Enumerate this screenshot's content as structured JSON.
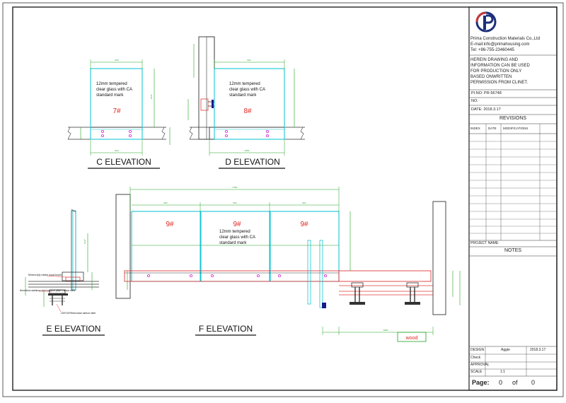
{
  "company": {
    "name": "Prima Construction Materials Co.,Ltd",
    "email": "E-mail:info@primahousing.com",
    "tel": "Tel: +86-755-23460445"
  },
  "notice": [
    "HEREIN DRAWING AND",
    "INFORMATION CAN BE USED",
    "FOR PRODUCTION ONLY",
    "BASED ONWRITTEN",
    "PERMISSION FROM CLINET."
  ],
  "pi_no": "PI.NO: PR-56748",
  "no_label": "NO:",
  "date_label": "DATE: 2018.3.17",
  "revisions": {
    "title": "REVISIONS",
    "headers": [
      "INDEX",
      "DATE",
      "MODIFICATIONS"
    ]
  },
  "project_name": "PROJECT NAME:",
  "notes": "NOTES",
  "signoff": {
    "design_label": "DESIGN",
    "design_by": "Aggie",
    "design_date": "2018.3.17",
    "check_label": "Check",
    "approval_label": "APPROVAL",
    "scale_label": "SCALE",
    "scale_value": "1:1"
  },
  "page": {
    "label": "Page:",
    "current": "0",
    "of": "of",
    "total": "0"
  },
  "views": {
    "c": {
      "title": "C  ELEVATION",
      "note": [
        "12mm tempered",
        "clear glass with CA",
        "standard mark"
      ],
      "panel": "7#"
    },
    "d": {
      "title": "D  ELEVATION",
      "note": [
        "12mm tempered",
        "clear glass with CA",
        "standard mark"
      ],
      "panel": "8#"
    },
    "e": {
      "title": "E  ELEVATION",
      "callouts": [
        "50mm×4(d) rubber wood board",
        "8mm thick stainless steel support plate Carbon steel",
        "100*100*8mm base carbon steel"
      ]
    },
    "f": {
      "title": "F  ELEVATION",
      "note": [
        "12mm tempered",
        "clear glass with CA",
        "standard mark"
      ],
      "panels": [
        "9#",
        "9#",
        "9#"
      ],
      "wood_label": "wood"
    }
  },
  "colors": {
    "frame": "#222222",
    "glass": "#19c6d6",
    "rail": "#e03a3a",
    "dim": "#1fa31f",
    "marker": "#d63ad6",
    "base": "#333333",
    "panel_text": "#e0261f"
  }
}
